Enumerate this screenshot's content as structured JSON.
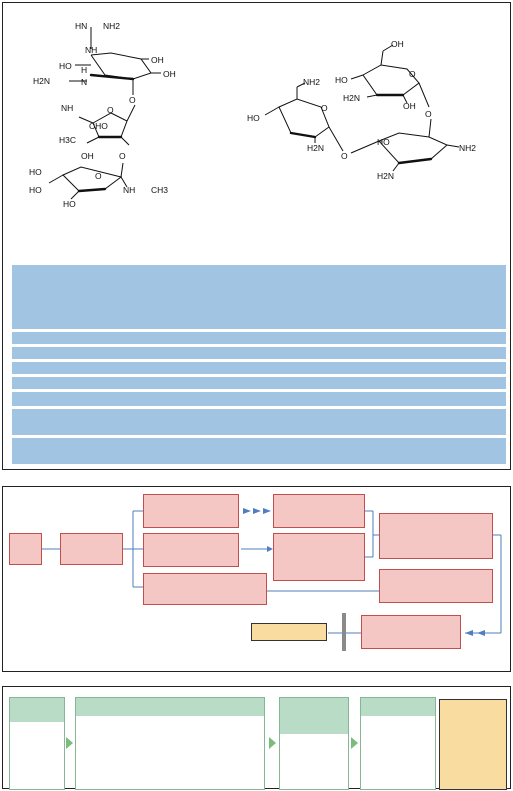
{
  "colors": {
    "table_fill": "#a2c4e3",
    "flow_box_fill": "#f5c7c4",
    "flow_box_border": "#c0504d",
    "connector": "#4f7fbf",
    "result_box_fill": "#f8dca0",
    "column_header": "#b8dcc6",
    "arrow_green": "#7dbb7d"
  },
  "structure_left": {
    "labels": {
      "hn": "HN",
      "nh2_top": "NH2",
      "nh_guan": "NH",
      "ho_ring": "HO",
      "h": "H",
      "oh1": "OH",
      "oh2": "OH",
      "h2n": "H2N",
      "n": "N",
      "o_link": "O",
      "nh_mid": "NH",
      "o_ring": "O",
      "cho": "CHO",
      "h3c": "H3C",
      "oh_mid": "OH",
      "o_lower": "O",
      "ho_lower1": "HO",
      "ho_lower2": "HO",
      "ho_lower3": "HO",
      "o_lower_ring": "O",
      "nh_lower": "NH",
      "ch3": "CH3"
    }
  },
  "structure_right": {
    "labels": {
      "oh_top": "OH",
      "ho_top": "HO",
      "h2n_top": "H2N",
      "o_top_ring": "O",
      "oh_mid": "OH",
      "o_link_top": "O",
      "nh2_side": "NH2",
      "ho_left": "HO",
      "o_left_ring": "O",
      "h2n_left": "H2N",
      "o_link_left": "O",
      "ho_center": "HO",
      "nh2_right": "NH2",
      "h2n_bottom": "H2N"
    }
  }
}
